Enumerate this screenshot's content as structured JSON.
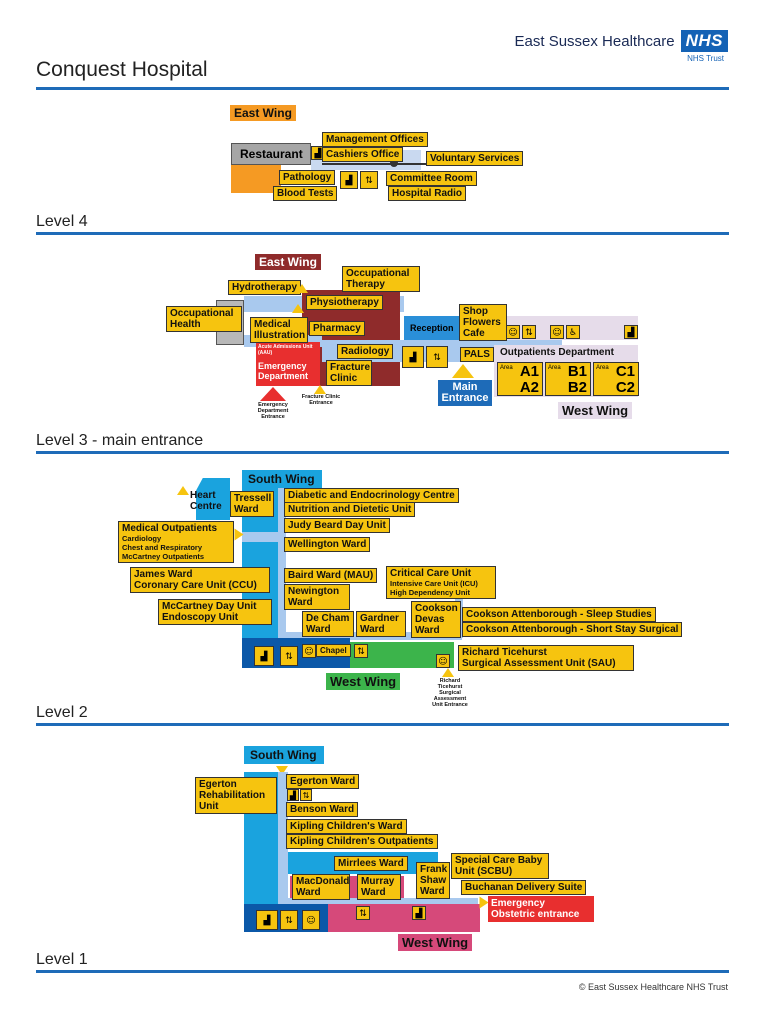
{
  "header": {
    "org_name": "East Sussex Healthcare",
    "nhs_logo": "NHS",
    "nhs_trust": "NHS Trust",
    "title": "Conquest Hospital"
  },
  "levels": {
    "level4": {
      "label": "Level 4",
      "east_wing": "East Wing",
      "restaurant": "Restaurant",
      "labels": {
        "management_offices": "Management Offices",
        "cashiers_office": "Cashiers Office",
        "voluntary_services": "Voluntary Services",
        "pathology": "Pathology",
        "blood_tests": "Blood Tests",
        "committee_room": "Committee Room",
        "hospital_radio": "Hospital Radio"
      }
    },
    "level3": {
      "label": "Level 3 - main entrance",
      "east_wing": "East Wing",
      "west_wing": "West Wing",
      "labels": {
        "hydrotherapy": "Hydrotherapy",
        "occupational_therapy": "Occupational Therapy",
        "physiotherapy": "Physiotherapy",
        "occupational_health": "Occupational Health",
        "medical_illustration": "Medical Illustration",
        "pharmacy": "Pharmacy",
        "reception": "Reception",
        "shop_flowers_cafe": "Shop Flowers Cafe",
        "radiology": "Radiology",
        "pals": "PALS",
        "outpatients_department": "Outpatients Department",
        "aau": "Acute Admissions Unit (AAU)",
        "emergency_department": "Emergency Department",
        "fracture_clinic": "Fracture Clinic",
        "main_entrance": "Main Entrance",
        "ed_entrance": "Emergency Department Entrance",
        "fracture_entrance": "Fracture Clinic Entrance"
      },
      "areas": [
        {
          "tag": "Area",
          "top": "A1",
          "bottom": "A2"
        },
        {
          "tag": "Area",
          "top": "B1",
          "bottom": "B2"
        },
        {
          "tag": "Area",
          "top": "C1",
          "bottom": "C2"
        }
      ]
    },
    "level2": {
      "label": "Level 2",
      "south_wing": "South Wing",
      "west_wing": "West Wing",
      "labels": {
        "heart_centre": "Heart Centre",
        "tressell_ward": "Tressell Ward",
        "diabetic_centre": "Diabetic and Endocrinology Centre",
        "nutrition_unit": "Nutrition and Dietetic Unit",
        "judy_beard": "Judy Beard Day Unit",
        "wellington_ward": "Wellington Ward",
        "medical_outpatients": "Medical Outpatients",
        "mo_sub1": "Cardiology",
        "mo_sub2": "Chest and Respiratory",
        "mo_sub3": "McCartney Outpatients",
        "james_ward": "James Ward",
        "ccu": "Coronary Care Unit (CCU)",
        "baird_ward": "Baird Ward (MAU)",
        "critical_care": "Critical Care Unit",
        "icu": "Intensive Care Unit (ICU)",
        "hdu": "High Dependency Unit",
        "newington_ward": "Newington Ward",
        "mccartney_day": "McCartney Day Unit",
        "endoscopy": "Endoscopy Unit",
        "de_cham": "De Cham Ward",
        "gardner": "Gardner Ward",
        "cookson_devas": "Cookson Devas Ward",
        "cookson_sleep": "Cookson Attenborough - Sleep Studies",
        "cookson_short": "Cookson Attenborough - Short Stay Surgical",
        "chapel": "Chapel",
        "richard_ticehurst": "Richard Ticehurst",
        "sau": "Surgical Assessment Unit (SAU)",
        "sau_entrance": "Richard Ticehurst Surgical Assessment Unit Entrance"
      }
    },
    "level1": {
      "label": "Level 1",
      "south_wing": "South Wing",
      "west_wing": "West Wing",
      "labels": {
        "egerton_rehab": "Egerton Rehabilitation Unit",
        "egerton_ward": "Egerton Ward",
        "benson_ward": "Benson Ward",
        "kipling_childrens": "Kipling Children's Ward",
        "kipling_outpatients": "Kipling Children's Outpatients",
        "mirrlees_ward": "Mirrlees Ward",
        "frank_shaw": "Frank Shaw Ward",
        "scbu": "Special Care Baby Unit (SCBU)",
        "macdonald_ward": "MacDonald Ward",
        "murray_ward": "Murray Ward",
        "buchanan": "Buchanan Delivery Suite",
        "emergency_obstetric": "Emergency Obstetric entrance"
      }
    }
  },
  "colors": {
    "accent_blue": "#1e6bb8",
    "label_yellow": "#f6c40f",
    "east_wing_l4": "#f59a23",
    "east_wing_l3": "#8f2b2b",
    "south_wing": "#1aa3de",
    "west_wing_l2": "#3cb44b",
    "west_wing_l1": "#d6497a",
    "emergency_red": "#e82f2f",
    "corridor": "#a9c9ee"
  },
  "icons": [
    "stairs-icon",
    "lift-icon",
    "toilets-icon",
    "disabled-toilet-icon",
    "entrance-arrow-icon"
  ],
  "footer": "© East Sussex Healthcare NHS Trust"
}
